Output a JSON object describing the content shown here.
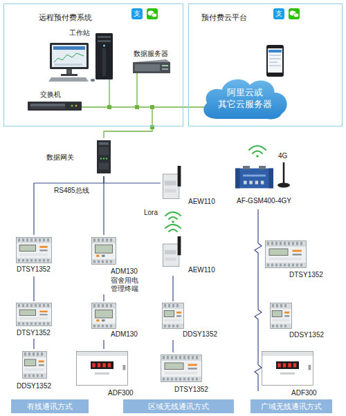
{
  "diagram": {
    "nodes": [
      {
        "text": [
          "远程预付费系统"
        ]
      },
      {
        "text": [
          "预付费云平台"
        ]
      },
      {
        "text": [
          "阿里云或 其它云服务器"
        ]
      },
      {
        "text": [
          "数据网关"
        ]
      },
      {
        "text": [
          "AEW110"
        ]
      },
      {
        "text": [
          "AF-GSM400-4GY"
        ]
      },
      {
        "text": [
          "DTSY1352"
        ]
      },
      {
        "text": [
          "ADM130",
          "宿舍用电 管理终端"
        ]
      },
      {
        "text": [
          "AEW110"
        ]
      },
      {
        "text": [
          "DTSY1352"
        ]
      },
      {
        "text": [
          "DTSY1352"
        ]
      },
      {
        "text": [
          "ADM130"
        ]
      },
      {
        "text": [
          "DDSY1352"
        ]
      },
      {
        "text": [
          "DDSY1352"
        ]
      },
      {
        "text": [
          "DDSY1352"
        ]
      },
      {
        "text": [
          "ADF300"
        ]
      },
      {
        "text": [
          "DTSY1352"
        ]
      },
      {
        "text": [
          "ADF300"
        ]
      },
      {
        "text": [
          "有线通讯方式"
        ]
      },
      {
        "text": [
          "区域无线通讯方式"
        ]
      },
      {
        "text": [
          "广域无线通讯方式"
        ]
      }
    ],
    "edges": [
      {
        "from": 3,
        "to": 6,
        "arrow": "none"
      },
      {
        "from": 3,
        "to": 7,
        "arrow": "none"
      },
      {
        "from": 3,
        "to": 4,
        "arrow": "none"
      },
      {
        "from": 6,
        "to": 10,
        "arrow": "none"
      },
      {
        "from": 10,
        "to": 14,
        "arrow": "none"
      },
      {
        "from": 7,
        "to": 11,
        "arrow": "none"
      },
      {
        "from": 11,
        "to": 15,
        "arrow": "none"
      },
      {
        "from": 8,
        "to": 12,
        "arrow": "none"
      },
      {
        "from": 12,
        "to": 16,
        "arrow": "none"
      }
    ],
    "labels": [
      "支",
      "支",
      "工作站",
      "数据服务器",
      "交换机",
      "RS485总线",
      "Lora",
      "4G"
    ]
  }
}
